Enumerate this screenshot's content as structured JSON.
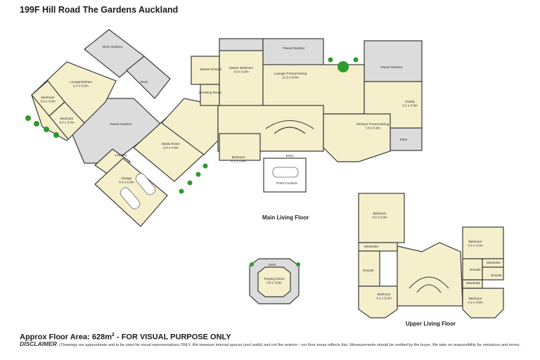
{
  "header": {
    "title": "199F Hill Road The Gardens Auckland"
  },
  "floors": {
    "main": "Main Living Floor",
    "upper": "Upper Living Floor"
  },
  "rooms": [
    {
      "id": "deck-outdoor",
      "name": "Deck Outdoor",
      "dim": ""
    },
    {
      "id": "deck",
      "name": "Deck",
      "dim": ""
    },
    {
      "id": "lounge-kitchen",
      "name": "Lounge/Kitchen",
      "dim": "6.4 x 6.0m"
    },
    {
      "id": "bedroom-w1",
      "name": "Bedroom",
      "dim": "3.4 x 3.0m"
    },
    {
      "id": "bedroom-w2",
      "name": "Bedroom",
      "dim": "3.4 x 3.3m"
    },
    {
      "id": "paved-outdoor-w",
      "name": "Paved Outdoor",
      "dim": ""
    },
    {
      "id": "laundry",
      "name": "Laundry",
      "dim": ""
    },
    {
      "id": "garage",
      "name": "Garage",
      "dim": "6.4 x 6.8m"
    },
    {
      "id": "media-room",
      "name": "Media Room",
      "dim": "6.4 x 4.6m"
    },
    {
      "id": "dressing-room",
      "name": "Dressing Room",
      "dim": ""
    },
    {
      "id": "master-ensuite",
      "name": "Master Ensuite",
      "dim": ""
    },
    {
      "id": "master-bedroom",
      "name": "Master Bedroom",
      "dim": "4.8 x 6.0m"
    },
    {
      "id": "paved-outdoor-n",
      "name": "Paved Outdoor",
      "dim": ""
    },
    {
      "id": "lounge-dining",
      "name": "Lounge/ Formal Dining",
      "dim": "11.5 x 5.6m"
    },
    {
      "id": "paved-outdoor-e",
      "name": "Paved Outdoor",
      "dim": ""
    },
    {
      "id": "family",
      "name": "Family",
      "dim": "6.2 x 3.9m"
    },
    {
      "id": "kitchen",
      "name": "Kitchen/ Formal Dining",
      "dim": "7.8 x 5.3m"
    },
    {
      "id": "patio",
      "name": "Patio",
      "dim": ""
    },
    {
      "id": "bedroom-main",
      "name": "Bedroom",
      "dim": "4.1 x 3.9m"
    },
    {
      "id": "entry",
      "name": "Entry",
      "dim": ""
    },
    {
      "id": "porte-cochere",
      "name": "Porte-Cochere",
      "dim": ""
    },
    {
      "id": "deck-pr",
      "name": "Deck",
      "dim": ""
    },
    {
      "id": "praying-room",
      "name": "Praying Room",
      "dim": "3.6 x 3.6m"
    },
    {
      "id": "bedroom-u1",
      "name": "Bedroom",
      "dim": "4.8 x 6.9m"
    },
    {
      "id": "wardrobe-u1",
      "name": "Wardrobe",
      "dim": ""
    },
    {
      "id": "ensuite-u1",
      "name": "Ensuite",
      "dim": ""
    },
    {
      "id": "bedroom-u2",
      "name": "Bedroom",
      "dim": "4.1 x 5.2m"
    },
    {
      "id": "bedroom-u3",
      "name": "Bedroom",
      "dim": "4.2 x 4.1m"
    },
    {
      "id": "wardrobe-u3",
      "name": "Wardrobe",
      "dim": ""
    },
    {
      "id": "ensuite-u3",
      "name": "Ensuite",
      "dim": ""
    },
    {
      "id": "ensuite-u4",
      "name": "Ensuite",
      "dim": ""
    },
    {
      "id": "wardrobe-u4",
      "name": "Wardrobe",
      "dim": ""
    },
    {
      "id": "bedroom-u4",
      "name": "Bedroom",
      "dim": "4.2 x 3.6m"
    }
  ],
  "footer": {
    "area_prefix": "Approx Floor Area: 628m",
    "area_sup": "2",
    "area_suffix": " - FOR VISUAL PURPOSE ONLY",
    "disclaimer_label": "DISCLAIMER",
    "disclaimer_text": "| Drawings are approximate and to be used for visual representations ONLY. We measure internal spaces (excl walls) and not the exterior - our floor areas reflects this. Measurements should be verified by the buyer. We take no responsibility for omissions and errors."
  },
  "colors": {
    "floor": "#f6efcc",
    "outdoor": "#dcdcdc",
    "wall": "#3a3a3a",
    "tree": "#2f9a2f"
  }
}
